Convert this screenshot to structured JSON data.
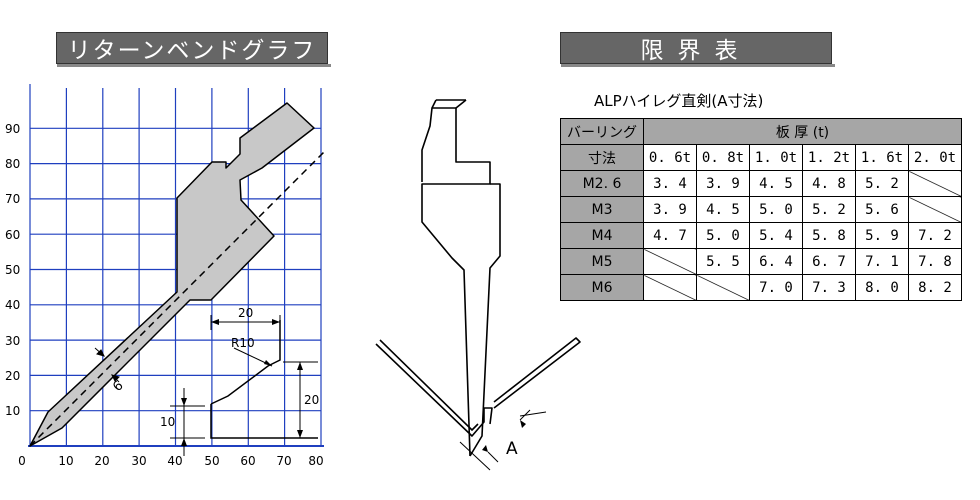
{
  "graph": {
    "title": "リターンベンドグラフ",
    "x_ticks": [
      "0",
      "10",
      "20",
      "30",
      "40",
      "50",
      "60",
      "70",
      "80"
    ],
    "y_ticks": [
      "10",
      "20",
      "30",
      "40",
      "50",
      "60",
      "70",
      "80",
      "90"
    ],
    "dims": {
      "w20": "20",
      "r10": "R10",
      "h10": "10",
      "h20": "20",
      "t6": "6"
    }
  },
  "limit": {
    "title": "限界表",
    "caption": "ALPハイレグ直剣(A寸法)",
    "header_top": "バーリング",
    "header_thickness": "板 厚 (t)",
    "header_sub": "寸法",
    "columns": [
      "0. 6t",
      "0. 8t",
      "1. 0t",
      "1. 2t",
      "1. 6t",
      "2. 0t"
    ],
    "rows": [
      {
        "label": "M2. 6",
        "values": [
          "3. 4",
          "3. 9",
          "4. 5",
          "4. 8",
          "5. 2",
          ""
        ]
      },
      {
        "label": "M3",
        "values": [
          "3. 9",
          "4. 5",
          "5. 0",
          "5. 2",
          "5. 6",
          ""
        ]
      },
      {
        "label": "M4",
        "values": [
          "4. 7",
          "5. 0",
          "5. 4",
          "5. 8",
          "5. 9",
          "7. 2"
        ]
      },
      {
        "label": "M5",
        "values": [
          "",
          "5. 5",
          "6. 4",
          "6. 7",
          "7. 1",
          "7. 8"
        ]
      },
      {
        "label": "M6",
        "values": [
          "",
          "",
          "7. 0",
          "7. 3",
          "8. 0",
          "8. 2"
        ]
      }
    ]
  },
  "tool": {
    "dim_label": "A"
  }
}
